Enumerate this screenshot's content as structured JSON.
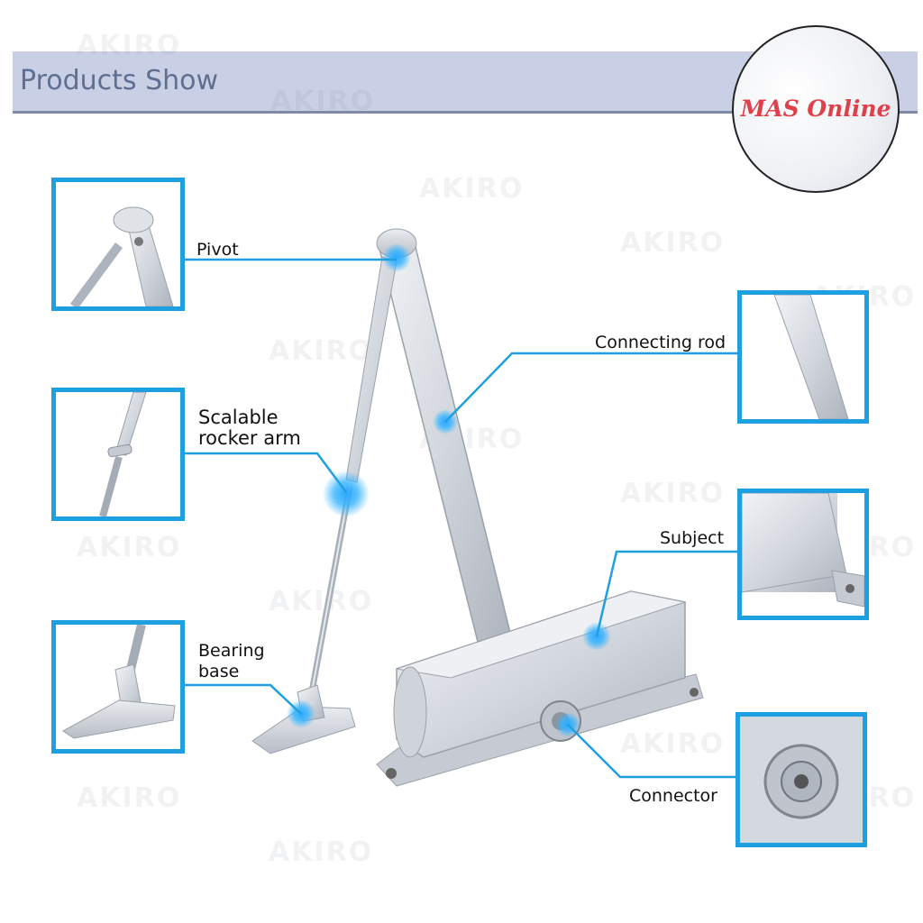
{
  "header": {
    "title": "Products Show"
  },
  "logo": {
    "text": "MAS Online"
  },
  "watermark": "AKIRO",
  "parts": {
    "pivot": "Pivot",
    "scalable_line1": "Scalable",
    "scalable_line2": "rocker arm",
    "bearing_line1": "Bearing",
    "bearing_line2": "base",
    "connecting_rod": "Connecting rod",
    "subject": "Subject",
    "connector": "Connector"
  },
  "colors": {
    "accent": "#1d9fe0",
    "header": "#c9d0e6",
    "logo_text": "#e0404a"
  }
}
